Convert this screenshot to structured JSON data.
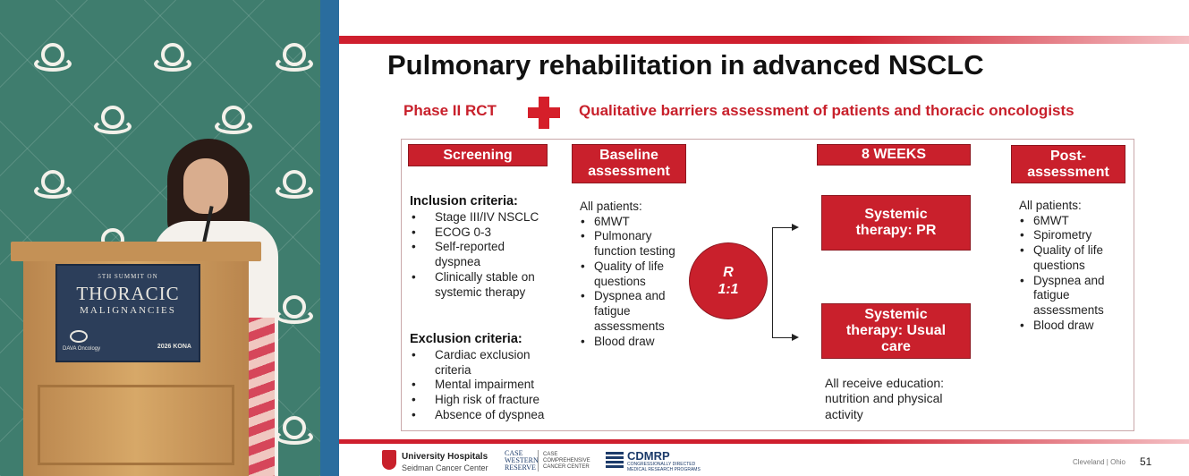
{
  "sign": {
    "line1": "5TH SUMMIT ON",
    "line2": "THORACIC",
    "line3": "MALIGNANCIES",
    "sponsor": "DAVA Oncology",
    "event": "2026 KONA"
  },
  "slide": {
    "title": "Pulmonary rehabilitation in advanced NSCLC",
    "sub_left": "Phase II RCT",
    "sub_right": "Qualitative barriers assessment of patients and thoracic oncologists",
    "headers": {
      "screening": "Screening",
      "baseline": "Baseline\nassessment",
      "weeks": "8 WEEKS",
      "post": "Post-\nassessment"
    },
    "inclusion": {
      "title": "Inclusion criteria:",
      "items": [
        "Stage III/IV NSCLC",
        "ECOG 0-3",
        "Self-reported\ndyspnea",
        "Clinically stable on\nsystemic therapy"
      ]
    },
    "exclusion": {
      "title": "Exclusion criteria:",
      "items": [
        "Cardiac exclusion\ncriteria",
        "Mental impairment",
        "High risk of fracture",
        "Absence of dyspnea"
      ]
    },
    "baseline": {
      "intro": "All patients:",
      "items": [
        "6MWT",
        "Pulmonary\nfunction testing",
        "Quality of life\nquestions",
        "Dyspnea and\nfatigue\nassessments",
        "Blood draw"
      ]
    },
    "randomize": "R\n1:1",
    "arm_pr": "Systemic\ntherapy: PR",
    "arm_usual": "Systemic\ntherapy: Usual\ncare",
    "education": "All receive education:\nnutrition and physical\nactivity",
    "post": {
      "intro": "All patients:",
      "items": [
        "6MWT",
        "Spirometry",
        "Quality of life\nquestions",
        "Dyspnea and\nfatigue\nassessments",
        "Blood draw"
      ]
    },
    "footer": {
      "uh_line1": "University Hospitals",
      "uh_line2": "Seidman Cancer Center",
      "cw_seal": "CASE\nWESTERN\nRESERVE",
      "cw_text": "CASE\nCOMPREHENSIVE\nCANCER CENTER",
      "cdmrp": "CDMRP",
      "cdmrp_sub": "CONGRESSIONALLY DIRECTED\nMEDICAL RESEARCH PROGRAMS",
      "city": "Cleveland | Ohio",
      "page": "51"
    }
  },
  "colors": {
    "accent": "#c9202c",
    "stage": "#3f7d6e",
    "divider": "#2a6d9e"
  }
}
